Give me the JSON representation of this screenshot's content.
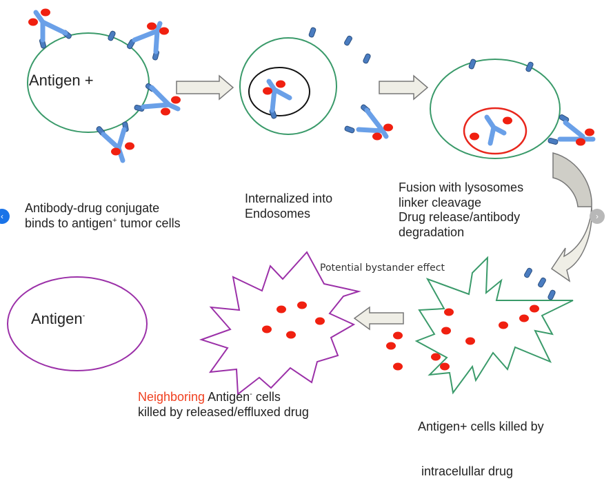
{
  "labels": {
    "antigen_pos_cell": "Antigen +",
    "antigen_neg_cell": "Antigen",
    "antigen_neg_sup": "-",
    "step1_line1": "Antibody-drug conjugate",
    "step1_line2a": "binds to antigen",
    "step1_line2_sup": "+",
    "step1_line2b": " tumor cells",
    "step2_line1": "Internalized into",
    "step2_line2": "Endosomes",
    "step3_line1": "Fusion with lysosomes",
    "step3_line2": "linker cleavage",
    "step3_line3": "Drug release/antibody",
    "step3_line4": "degradation",
    "bystander": "Potential bystander effect",
    "neighbor_highlight": "Neighboring",
    "neighbor_line1a": " Antigen",
    "neighbor_sup": "-",
    "neighbor_line1b": " cells",
    "neighbor_line2": "killed by released/effluxed drug",
    "killed_line1": "Antigen+ cells killed by",
    "killed_line2": " intracelullar drug"
  },
  "nav": {
    "prev_icon": "‹",
    "next_icon": "›"
  },
  "colors": {
    "cell_membrane": "#3a9a6a",
    "antigen_neg_membrane": "#9b30a8",
    "endosome": "#111111",
    "lysosome": "#e8261c",
    "antibody": "#6aa0e8",
    "drug": "#f02010",
    "receptor": "#3a6fb0",
    "arrow_fill": "#efeee6",
    "arrow_stroke": "#777777",
    "highlight_text": "#f04020"
  }
}
